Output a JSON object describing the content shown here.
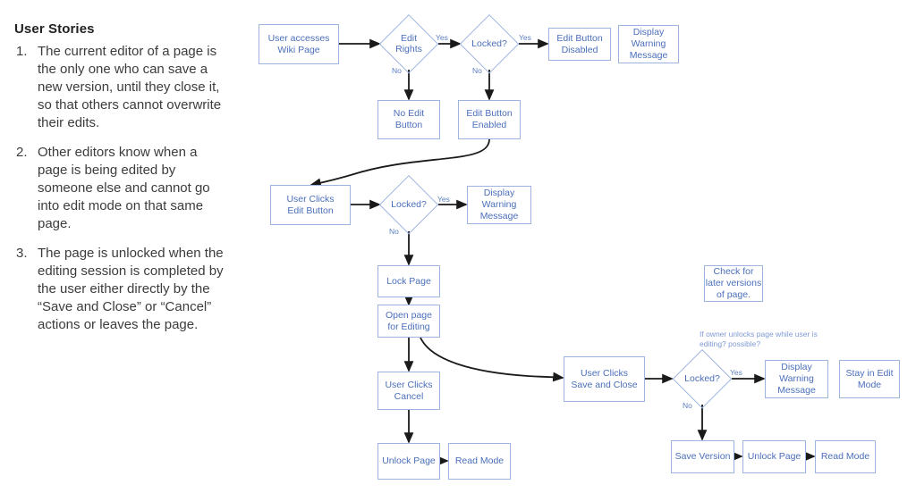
{
  "stories": {
    "title": "User Stories",
    "items": [
      {
        "num": "1.",
        "text": "The current editor of a page is the only one who can save a new version, until they close it, so that others cannot overwrite their edits."
      },
      {
        "num": "2.",
        "text": "Other editors know when a page is being edited by someone else and cannot go into edit mode on that same page."
      },
      {
        "num": "3.",
        "text": "The page is unlocked when the editing session is completed by the user either directly by the “Save and Close” or “Cancel” actions or leaves the page."
      }
    ]
  },
  "colors": {
    "node_border": "#9db4e0",
    "node_text": "#4b6fba",
    "edge": "#1a1a1a",
    "note_text": "#7f9ad4",
    "body_text": "#3c3c3c"
  },
  "flow": {
    "nodes": {
      "user_accesses_wiki_page": "User accesses\nWiki Page",
      "edit_rights": "Edit\nRights",
      "locked_1": "Locked?",
      "edit_button_disabled": "Edit Button\nDisabled",
      "display_warning_message_1": "Display\nWarning\nMessage",
      "no_edit_button": "No Edit\nButton",
      "edit_button_enabled": "Edit Button\nEnabled",
      "user_clicks_edit_button": "User Clicks\nEdit Button",
      "locked_2": "Locked?",
      "display_warning_message_2": "Display\nWarning\nMessage",
      "lock_page": "Lock Page",
      "open_page_for_editing": "Open page\nfor Editing",
      "user_clicks_cancel": "User Clicks\nCancel",
      "unlock_page_1": "Unlock Page",
      "read_mode_1": "Read Mode",
      "check_later_versions": "Check for\nlater versions\nof page.",
      "user_clicks_save_and_close": "User Clicks\nSave and Close",
      "locked_3": "Locked?",
      "display_warning_message_3": "Display\nWarning\nMessage",
      "stay_in_edit_mode": "Stay in Edit\nMode",
      "save_version": "Save Version",
      "unlock_page_2": "Unlock Page",
      "read_mode_2": "Read Mode"
    },
    "edge_labels": {
      "edit_rights_yes": "Yes",
      "edit_rights_no": "No",
      "locked_1_yes": "Yes",
      "locked_1_no": "No",
      "locked_2_yes": "Yes",
      "locked_2_no": "No",
      "locked_3_yes": "Yes",
      "locked_3_no": "No"
    },
    "notes": {
      "owner_unlocks": "If owner unlocks page while user is editing? possible?"
    }
  }
}
